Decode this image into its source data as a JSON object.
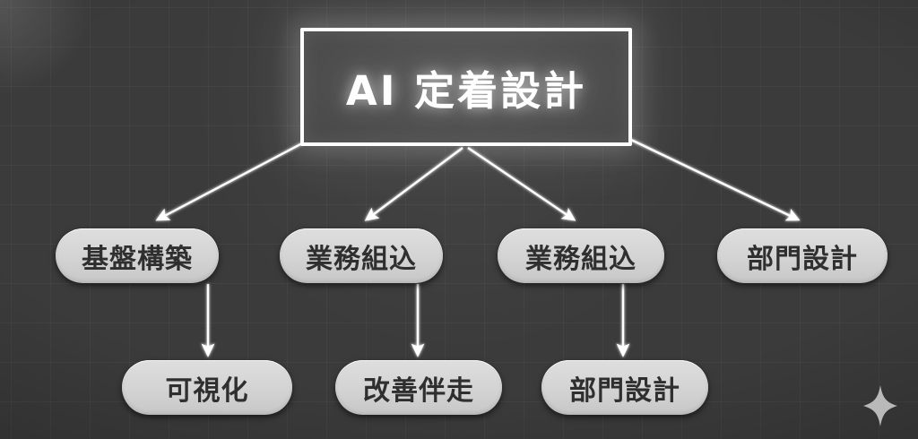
{
  "diagram": {
    "title": "AI 定着設計",
    "background_color": "#3b3b3b",
    "node_fill_color": "#d6d6d6",
    "node_text_color": "#2f2f2f",
    "root_border_color": "#ffffff",
    "edge_color": "#ffffff",
    "root": {
      "label": "AI 定着設計"
    },
    "level2": [
      {
        "label": "基盤構築"
      },
      {
        "label": "業務組込"
      },
      {
        "label": "業務組込"
      },
      {
        "label": "部門設計"
      }
    ],
    "level3": [
      {
        "label": "可視化"
      },
      {
        "label": "改善伴走"
      },
      {
        "label": "部門設計"
      }
    ],
    "decoration": {
      "sparkle": "sparkle-icon"
    }
  }
}
